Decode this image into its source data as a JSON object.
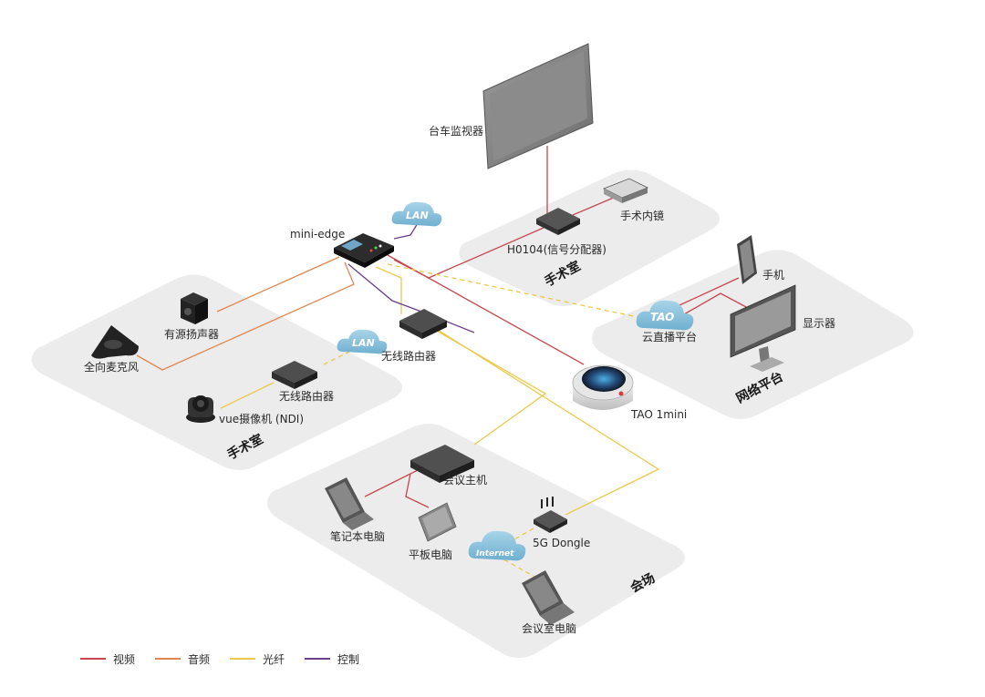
{
  "devices": {
    "trolley_monitor": "台车监视器",
    "endoscope": "手术内镜",
    "splitter": "H0104(信号分配器)",
    "mini_edge": "mini-edge",
    "lan_top": "LAN",
    "active_speaker": "有源扬声器",
    "omni_mic": "全向麦克风",
    "lan_mid": "LAN",
    "router_center": "无线路由器",
    "router_left": "无线路由器",
    "vue_camera": "vue摄像机 (NDI)",
    "tao_1mini": "TAO 1mini",
    "phone": "手机",
    "display": "显示器",
    "tao_cloud": "TAO",
    "cloud_platform": "云直播平台",
    "meeting_host": "会议主机",
    "laptop": "笔记本电脑",
    "tablet": "平板电脑",
    "dongle": "5G Dongle",
    "internet": "Internet",
    "meeting_pc": "会议室电脑"
  },
  "zones": {
    "or_right": "手术室",
    "or_left": "手术室",
    "network": "网络平台",
    "venue": "会场"
  },
  "legend": [
    {
      "label": "视频",
      "color": "#c8454b"
    },
    {
      "label": "音频",
      "color": "#e0874e"
    },
    {
      "label": "光纤",
      "color": "#ecc94a"
    },
    {
      "label": "控制",
      "color": "#6b3e8c"
    }
  ],
  "colors": {
    "zone_fill": "#ececec",
    "cloud_fill": "#8cc3dd"
  }
}
